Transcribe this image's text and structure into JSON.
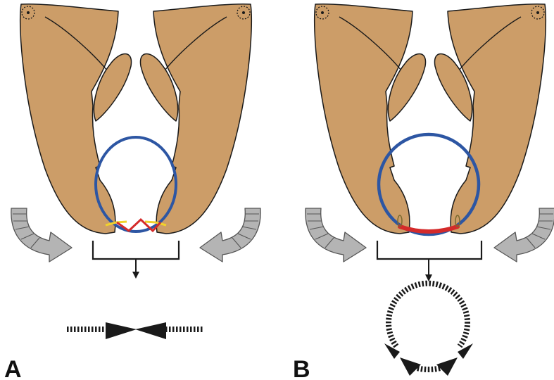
{
  "panels": [
    {
      "label": "A",
      "arrow_marks": "converging-arrowheads"
    },
    {
      "label": "B",
      "arrow_marks": "circular-arrowheads"
    }
  ],
  "colors": {
    "mandible_fill": "#cc9d68",
    "outline": "#1a1a1a",
    "ring_blue": "#2d56a3",
    "hinge_red": "#d42a2a",
    "hinge_yellow": "#f0d22c",
    "arrow_grey": "#b4b4b4",
    "arrow_stroke": "#555555"
  },
  "icons": {
    "left_pivot": "dotted-pivot-icon",
    "right_pivot": "dotted-pivot-icon",
    "closing_arrow": "curved-arrow-icon"
  }
}
